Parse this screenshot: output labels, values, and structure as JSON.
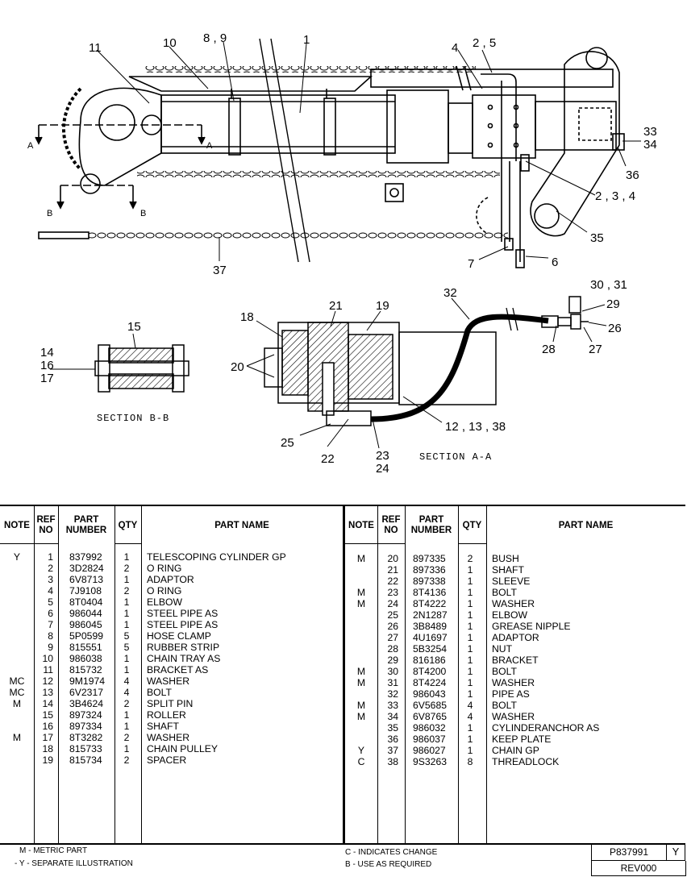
{
  "drawing": {
    "callouts": {
      "c11": "11",
      "c10": "10",
      "c89": "8 , 9",
      "c1": "1",
      "c4": "4",
      "c25a": "2 , 5",
      "cA1": "A",
      "cA2": "A",
      "cB1": "B",
      "cB2": "B",
      "c33": "33",
      "c34": "34",
      "c36": "36",
      "c234": "2 , 3 , 4",
      "c35": "35",
      "c7": "7",
      "c6": "6",
      "c37": "37",
      "c15": "15",
      "c14": "14",
      "c16": "16",
      "c17": "17",
      "c18": "18",
      "c21": "21",
      "c19": "19",
      "c20": "20",
      "c32": "32",
      "c3031": "30 , 31",
      "c29": "29",
      "c26": "26",
      "c28": "28",
      "c27": "27",
      "c121338": "12 , 13 , 38",
      "c25": "25",
      "c22": "22",
      "c23": "23",
      "c24": "24"
    },
    "section_bb": "SECTION  B-B",
    "section_aa": "SECTION  A-A"
  },
  "table": {
    "headers": {
      "note": "NOTE",
      "ref_line1": "REF",
      "ref_line2": "NO",
      "part_line1": "PART",
      "part_line2": "NUMBER",
      "qty": "QTY",
      "name": "PART NAME"
    },
    "left_rows": [
      {
        "note": "Y",
        "ref": "1",
        "part": "837992",
        "qty": "1",
        "name": "TELESCOPING CYLINDER GP"
      },
      {
        "note": "",
        "ref": "2",
        "part": "3D2824",
        "qty": "2",
        "name": "O RING"
      },
      {
        "note": "",
        "ref": "3",
        "part": "6V8713",
        "qty": "1",
        "name": "ADAPTOR"
      },
      {
        "note": "",
        "ref": "4",
        "part": "7J9108",
        "qty": "2",
        "name": "O RING"
      },
      {
        "note": "",
        "ref": "5",
        "part": "8T0404",
        "qty": "1",
        "name": "ELBOW"
      },
      {
        "note": "",
        "ref": "6",
        "part": "986044",
        "qty": "1",
        "name": "STEEL PIPE AS"
      },
      {
        "note": "",
        "ref": "7",
        "part": "986045",
        "qty": "1",
        "name": "STEEL PIPE AS"
      },
      {
        "note": "",
        "ref": "8",
        "part": "5P0599",
        "qty": "5",
        "name": "HOSE CLAMP"
      },
      {
        "note": "",
        "ref": "9",
        "part": "815551",
        "qty": "5",
        "name": "RUBBER STRIP"
      },
      {
        "note": "",
        "ref": "10",
        "part": "986038",
        "qty": "1",
        "name": "CHAIN TRAY AS"
      },
      {
        "note": "",
        "ref": "11",
        "part": "815732",
        "qty": "1",
        "name": "BRACKET AS"
      },
      {
        "note": "MC",
        "ref": "12",
        "part": "9M1974",
        "qty": "4",
        "name": "WASHER"
      },
      {
        "note": "MC",
        "ref": "13",
        "part": "6V2317",
        "qty": "4",
        "name": "BOLT"
      },
      {
        "note": "M",
        "ref": "14",
        "part": "3B4624",
        "qty": "2",
        "name": "SPLIT PIN"
      },
      {
        "note": "",
        "ref": "15",
        "part": "897324",
        "qty": "1",
        "name": " ROLLER"
      },
      {
        "note": "",
        "ref": "16",
        "part": "897334",
        "qty": "1",
        "name": "SHAFT"
      },
      {
        "note": "M",
        "ref": "17",
        "part": "8T3282",
        "qty": "2",
        "name": "WASHER"
      },
      {
        "note": "",
        "ref": "18",
        "part": "815733",
        "qty": "1",
        "name": "CHAIN PULLEY"
      },
      {
        "note": "",
        "ref": "19",
        "part": "815734",
        "qty": "2",
        "name": "SPACER"
      }
    ],
    "right_rows": [
      {
        "note": "M",
        "ref": "20",
        "part": "897335",
        "qty": "2",
        "name": "BUSH"
      },
      {
        "note": "",
        "ref": "21",
        "part": "897336",
        "qty": "1",
        "name": "SHAFT"
      },
      {
        "note": "",
        "ref": "22",
        "part": "897338",
        "qty": "1",
        "name": "SLEEVE"
      },
      {
        "note": "M",
        "ref": "23",
        "part": "8T4136",
        "qty": "1",
        "name": "BOLT"
      },
      {
        "note": "M",
        "ref": "24",
        "part": "8T4222",
        "qty": "1",
        "name": "WASHER"
      },
      {
        "note": "",
        "ref": "25",
        "part": "2N1287",
        "qty": "1",
        "name": "ELBOW"
      },
      {
        "note": "",
        "ref": "26",
        "part": "3B8489",
        "qty": "1",
        "name": "GREASE NIPPLE"
      },
      {
        "note": "",
        "ref": "27",
        "part": "4U1697",
        "qty": "1",
        "name": "ADAPTOR"
      },
      {
        "note": "",
        "ref": "28",
        "part": "5B3254",
        "qty": "1",
        "name": "NUT"
      },
      {
        "note": "",
        "ref": "29",
        "part": "816186",
        "qty": "1",
        "name": "BRACKET"
      },
      {
        "note": "M",
        "ref": "30",
        "part": "8T4200",
        "qty": "1",
        "name": "BOLT"
      },
      {
        "note": "M",
        "ref": "31",
        "part": "8T4224",
        "qty": "1",
        "name": "WASHER"
      },
      {
        "note": "",
        "ref": "32",
        "part": "986043",
        "qty": "1",
        "name": "PIPE AS"
      },
      {
        "note": "M",
        "ref": "33",
        "part": "6V5685",
        "qty": "4",
        "name": "BOLT"
      },
      {
        "note": "M",
        "ref": "34",
        "part": "6V8765",
        "qty": "4",
        "name": "WASHER"
      },
      {
        "note": "",
        "ref": "35",
        "part": "986032",
        "qty": "1",
        "name": "CYLINDERANCHOR AS"
      },
      {
        "note": "",
        "ref": "36",
        "part": "986037",
        "qty": "1",
        "name": "KEEP PLATE"
      },
      {
        "note": "Y",
        "ref": "37",
        "part": "986027",
        "qty": "1",
        "name": "CHAIN GP"
      },
      {
        "note": "C",
        "ref": "38",
        "part": "9S3263",
        "qty": "8",
        "name": "THREADLOCK"
      }
    ]
  },
  "footer": {
    "metric": "M - METRIC PART",
    "separate": "- Y - SEPARATE ILLUSTRATION",
    "change": "C - INDICATES CHANGE",
    "required": "B - USE AS REQUIRED",
    "part_number": "P837991",
    "letter": "Y",
    "rev": "REV000"
  }
}
